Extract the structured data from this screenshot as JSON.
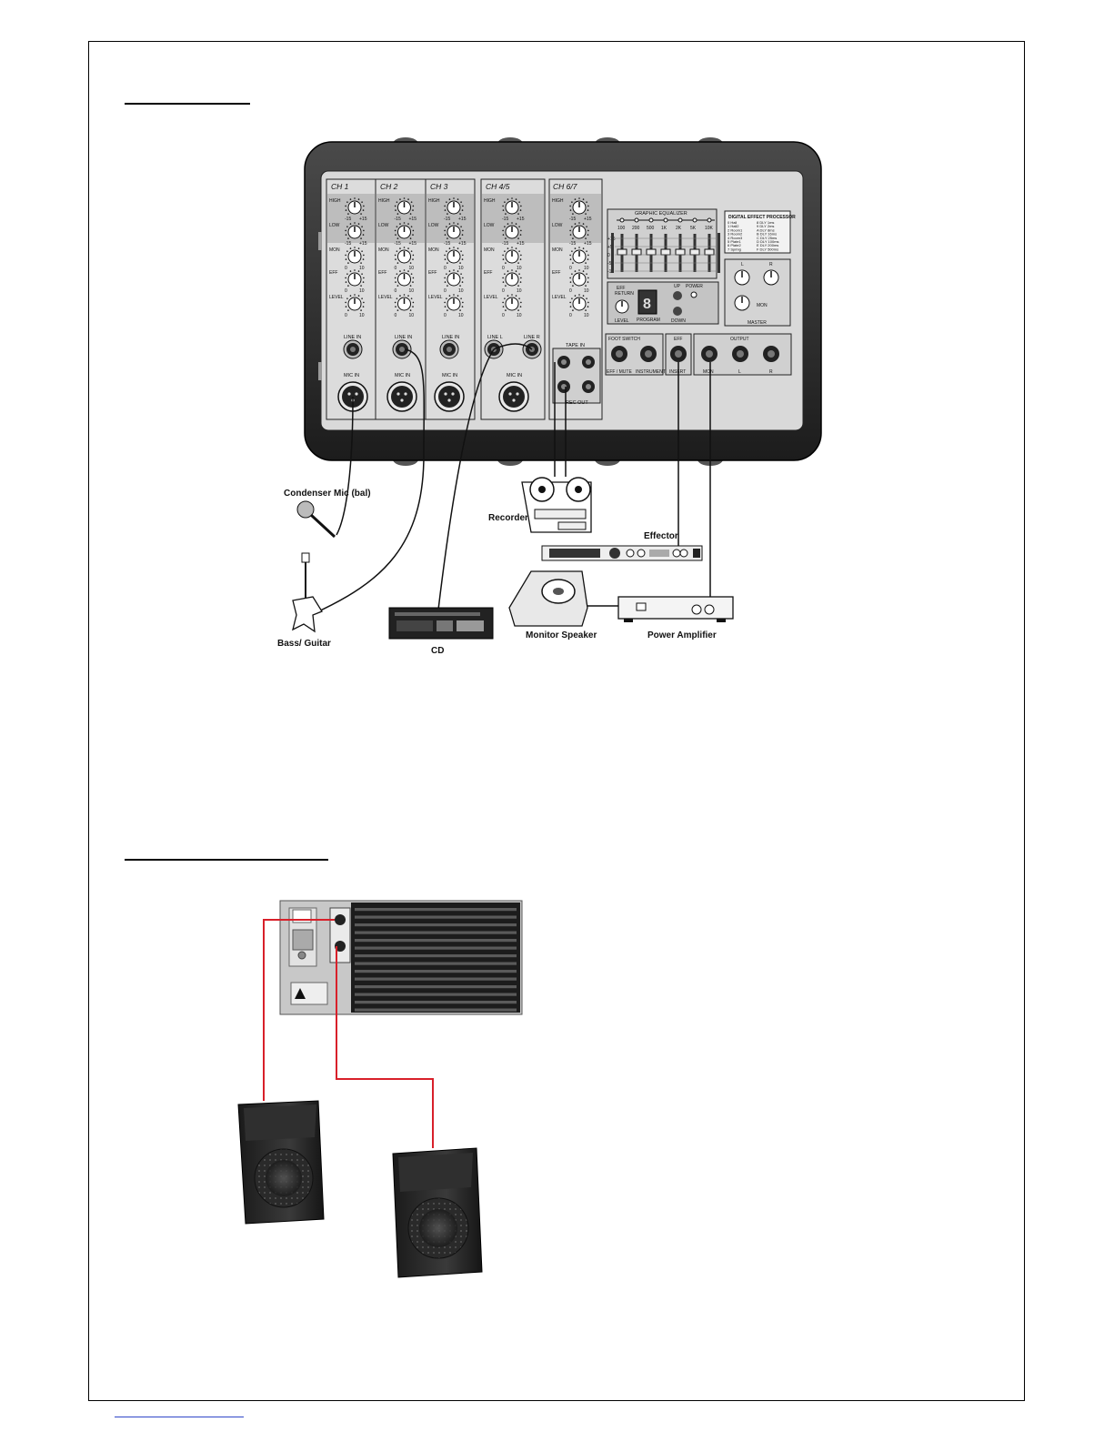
{
  "mixer": {
    "channels": [
      {
        "name": "CH 1"
      },
      {
        "name": "CH 2"
      },
      {
        "name": "CH 3"
      },
      {
        "name": "CH 4/5"
      },
      {
        "name": "CH 6/7"
      }
    ],
    "knob_labels": {
      "high": "HIGH",
      "low": "LOW",
      "mon": "MON",
      "eff": "EFF",
      "level": "LEVEL"
    },
    "scale": {
      "min": "-15",
      "max": "+15",
      "zero": "0",
      "ten": "10"
    },
    "jacks": {
      "line_in": "LINE IN",
      "mic_in": "MIC IN",
      "line_l": "LINE L",
      "line_r": "LINE R",
      "tape_in": "TAPE IN",
      "rec_out": "REC OUT"
    },
    "eq": {
      "title": "GRAPHIC EQUALIZER",
      "bands": [
        "100",
        "200",
        "500",
        "1K",
        "2K",
        "5K",
        "10K"
      ],
      "scale": [
        "+15",
        "+5",
        "0",
        "-5",
        "-15"
      ]
    },
    "dsp": {
      "title": "DIGITAL EFFECT PROCESSOR",
      "programs_left": [
        "0 Hall",
        "1 Hall2",
        "2 Room1",
        "3 Room2",
        "4 Room3",
        "5 Plate1",
        "6 Plate2",
        "7 Spring"
      ],
      "programs_right": [
        "8 DLY 1ms",
        "9 DLY 2ms",
        "A DLY 8ms",
        "B DLY 16ms",
        "C DLY 25ms",
        "D DLY 100ms",
        "E DLY 200ms",
        "F DLY 500ms"
      ]
    },
    "eff_return": {
      "line1": "EFF",
      "line2": "RETURN",
      "level": "LEVEL",
      "program": "PROGRAM",
      "up": "UP",
      "down": "DOWN",
      "power": "POWER"
    },
    "master": {
      "l": "L",
      "r": "R",
      "mon": "MON",
      "title": "MASTER"
    },
    "foot_switch": {
      "title": "FOOT SWITCH",
      "a": "EFF / MUTE",
      "b": "INSTRUMENTS"
    },
    "eff_insert": {
      "title": "EFF",
      "sub": "INSERT"
    },
    "output": {
      "title": "OUTPUT",
      "a": "MON",
      "b": "L",
      "c": "R"
    }
  },
  "devices": {
    "condenser_mic": "Condenser Mic (bal)",
    "recorder": "Recorder",
    "effector": "Effector",
    "monitor_speaker": "Monitor Speaker",
    "power_amplifier": "Power Amplifier",
    "bass_guitar": "Bass/ Guitar",
    "cd": "CD"
  },
  "colors": {
    "cable_red": "#d8202a",
    "panel_bg": "#d9d9d9",
    "panel_shade": "#bdbdbd",
    "case_dark": "#2c2c2c",
    "heading_rule": "#000000",
    "footer_rule": "#3046c8"
  }
}
